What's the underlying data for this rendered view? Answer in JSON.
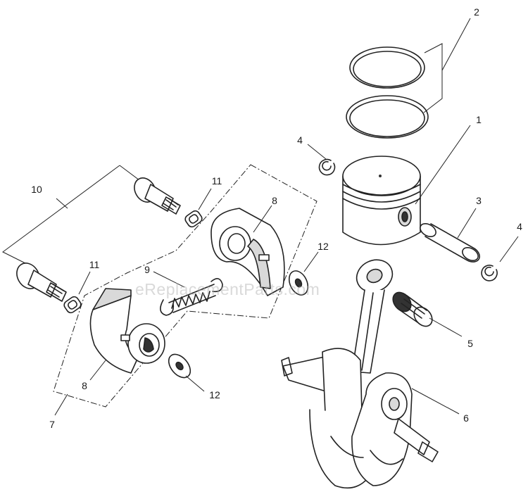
{
  "diagram": {
    "watermark": "eReplacementParts.com",
    "labels": {
      "l1": "1",
      "l2": "2",
      "l3": "3",
      "l4a": "4",
      "l4b": "4",
      "l5": "5",
      "l6": "6",
      "l7": "7",
      "l8a": "8",
      "l8b": "8",
      "l9": "9",
      "l10": "10",
      "l11a": "11",
      "l11b": "11",
      "l12a": "12",
      "l12b": "12"
    }
  }
}
